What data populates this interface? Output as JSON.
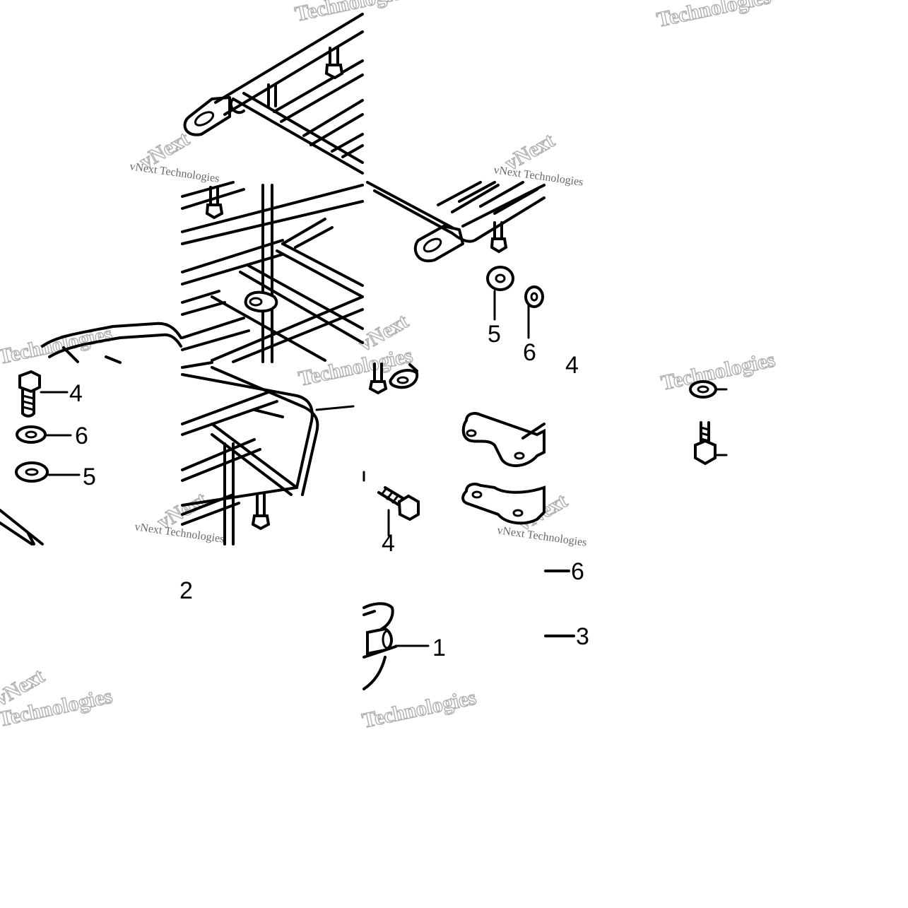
{
  "callouts": [
    {
      "id": "c1",
      "label": "1"
    },
    {
      "id": "c2",
      "label": "2"
    },
    {
      "id": "c3",
      "label": "3"
    },
    {
      "id": "c4a",
      "label": "4"
    },
    {
      "id": "c4b",
      "label": "4"
    },
    {
      "id": "c4c",
      "label": "4"
    },
    {
      "id": "c5a",
      "label": "5"
    },
    {
      "id": "c5b",
      "label": "5"
    },
    {
      "id": "c6a",
      "label": "6"
    },
    {
      "id": "c6b",
      "label": "6"
    },
    {
      "id": "c6c",
      "label": "6"
    }
  ],
  "watermark": {
    "brand": "vNext",
    "line1": "Technologies",
    "line2": "vNext Technologies"
  },
  "colors": {
    "ink": "#000000",
    "paper": "#ffffff",
    "watermark": "#b0b0b0"
  }
}
